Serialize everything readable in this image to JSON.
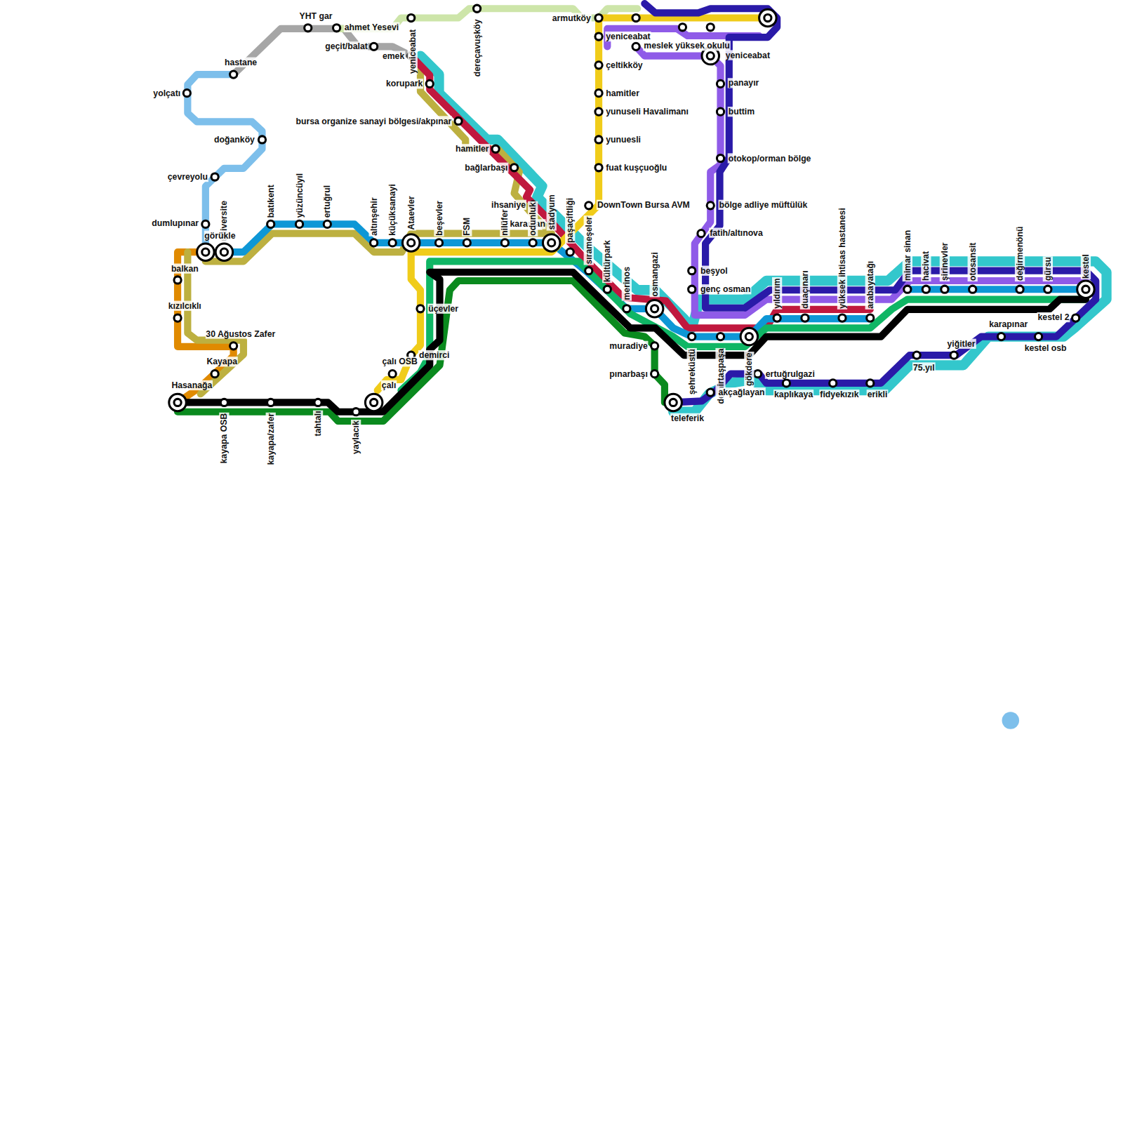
{
  "diagram": {
    "labels": [
      "yolçatı",
      "hastane",
      "YHT gar",
      "ahmet Yesevi",
      "geçit/balat",
      "emek",
      "yeniceabat",
      "dereçavuşköy",
      "korupark",
      "bursa organize sanayi bölgesi/akpınar",
      "hamitler",
      "bağlarbaşı",
      "ihsaniye",
      "karaman",
      "armutköy",
      "yeniceabat",
      "çeltikköy",
      "hamitler",
      "yunuseli Havalimanı",
      "yunuesli",
      "fuat kuşçuoğlu",
      "DownTown Bursa AVM",
      "meslek yüksek okulu",
      "yeniceabat",
      "panayır",
      "buttim",
      "otokop/orman bölge",
      "bölge adliye müftülük",
      "fatih/altınova",
      "beşyol",
      "genç osman",
      "doğanköy",
      "çevreyolu",
      "dumlupınar",
      "üniversite",
      "görükle",
      "batıkent",
      "yüzüncüyıl",
      "ertuğrul",
      "altınşehir",
      "küçüksanayi",
      "Ataevler",
      "beşevler",
      "FSM",
      "nilüfer",
      "odunluk",
      "stadyum",
      "paşaçiftliği",
      "balkan",
      "kızılcıklı",
      "30 Ağustos Zafer",
      "Kayapa",
      "Hasanağa",
      "kayapa OSB",
      "kayapa/zafer",
      "tahtalı",
      "yaylacık",
      "çalı OSB",
      "çalı",
      "üçevler",
      "demirci",
      "sırameşeler",
      "kültürpark",
      "merinos",
      "osmangazi",
      "muradiye",
      "pınarbaşı",
      "teleferik",
      "şehreküstü",
      "demirtaşpaşa",
      "gökdere",
      "ertuğrulgazi",
      "akçağlayan",
      "kaplıkaya",
      "fidyekızık",
      "erikli",
      "yıldırım",
      "duaçınarı",
      "yüksek ihtisas hastanesi",
      "arabayatağı",
      "mimar sinan",
      "hacivat",
      "şirinevler",
      "otosansit",
      "değirmenönü",
      "gürsu",
      "kestel",
      "kestel 2",
      "kestel osb",
      "karapınar",
      "yiğitler",
      "75.yıl"
    ]
  }
}
